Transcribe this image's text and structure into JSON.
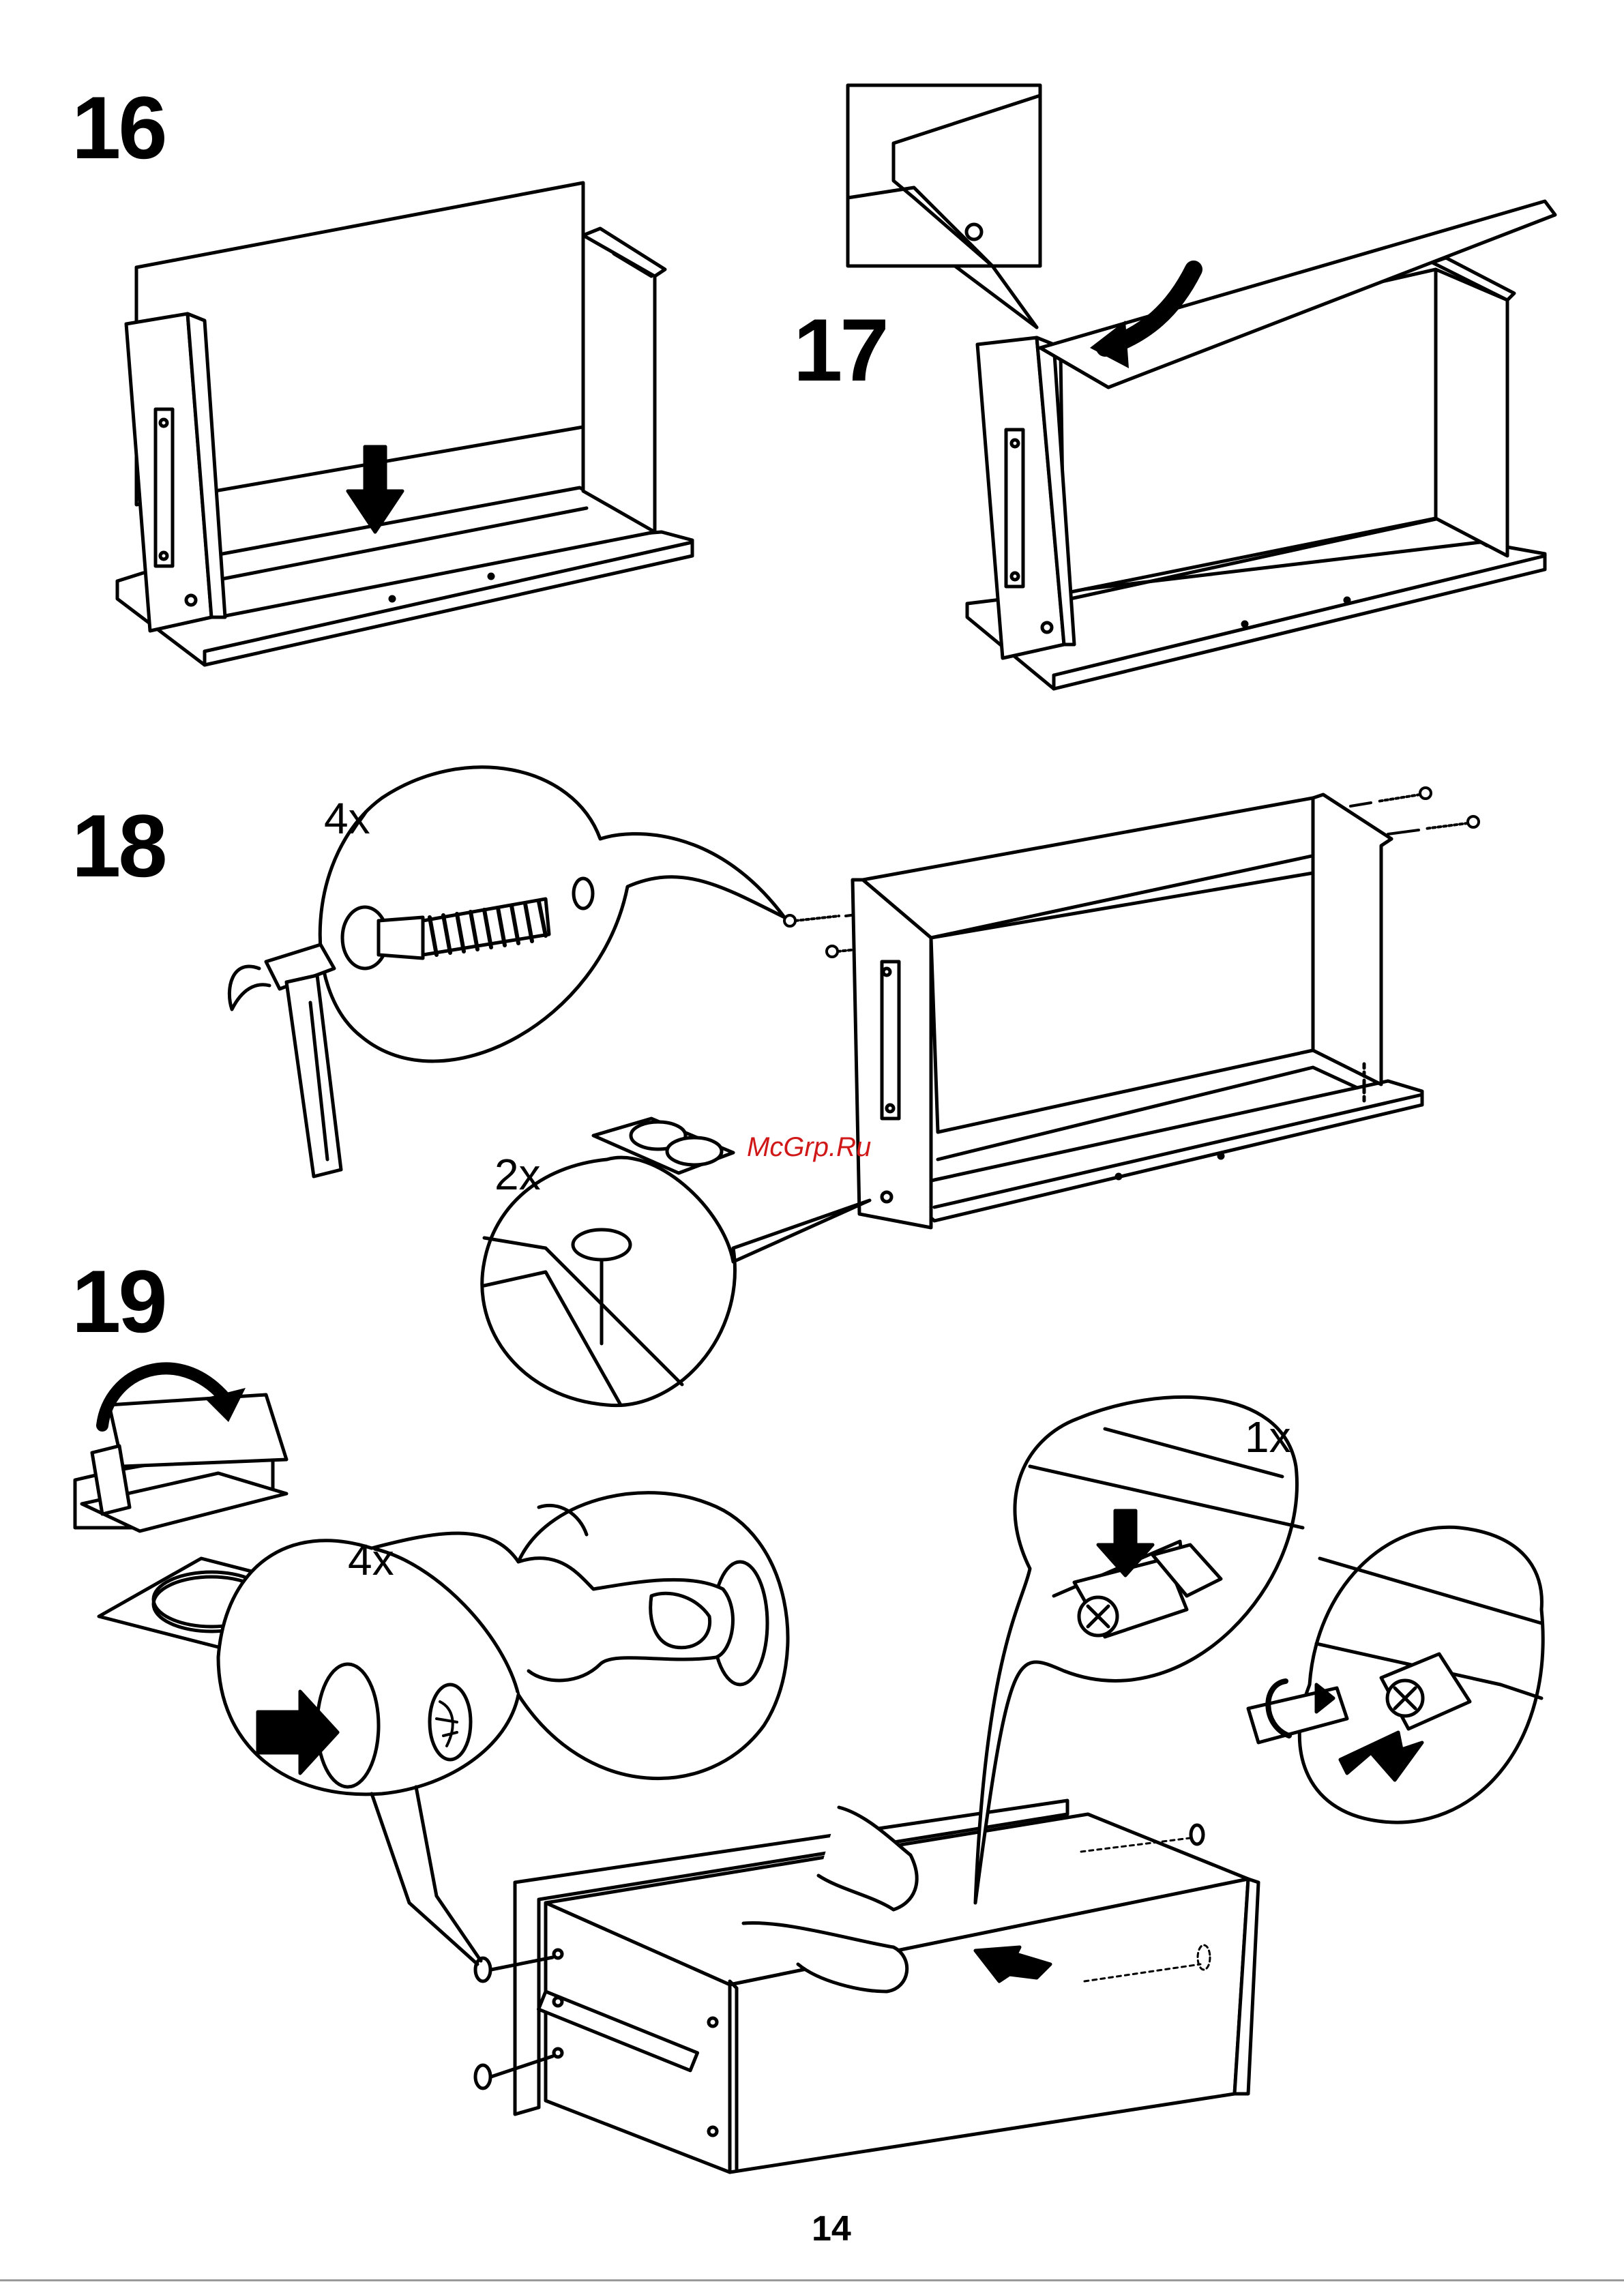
{
  "steps": [
    {
      "number": "16",
      "quantities": []
    },
    {
      "number": "17",
      "quantities": []
    },
    {
      "number": "18",
      "quantities": [
        "4x",
        "2x"
      ]
    },
    {
      "number": "19",
      "quantities": [
        "4x",
        "1x"
      ]
    }
  ],
  "watermark": "McGrp.Ru",
  "page_number": "14"
}
